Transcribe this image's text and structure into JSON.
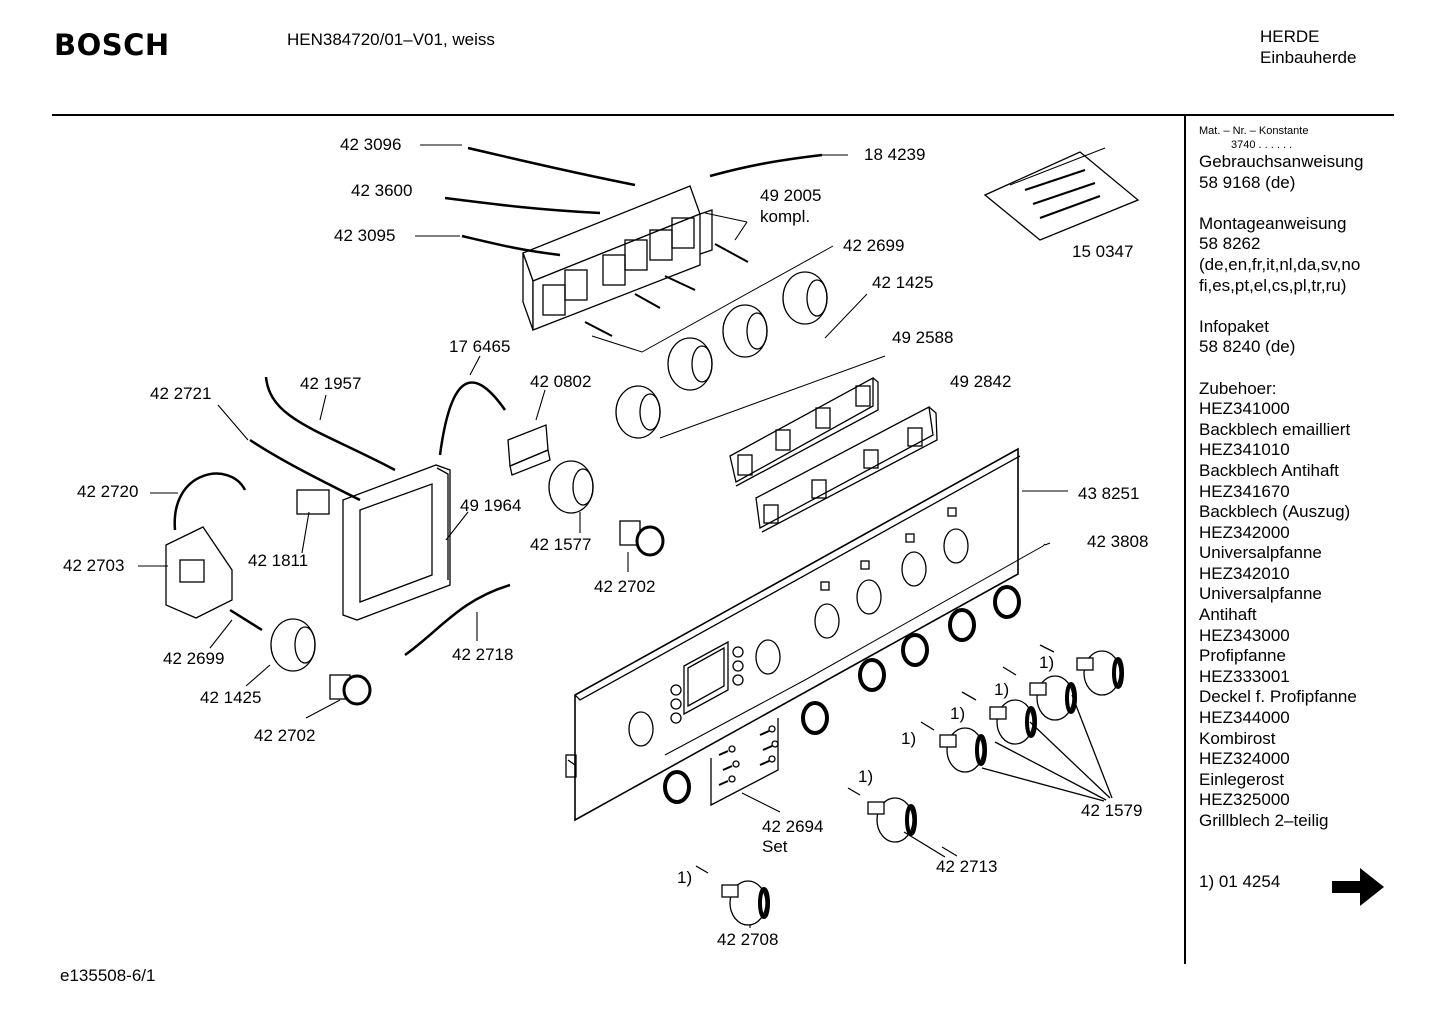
{
  "header": {
    "brand": "BOSCH",
    "model": "HEN384720/01–V01, weiss",
    "category_line1": "HERDE",
    "category_line2": "Einbauherde"
  },
  "footer": {
    "doc_id": "e135508-6/1"
  },
  "sidebar": {
    "mat_header": "Mat. – Nr. – Konstante",
    "mat_constant": "3740  .  .  .  .  .  .",
    "lines": [
      "Gebrauchsanweisung",
      "58 9168 (de)",
      "",
      "Montageanweisung",
      "58 8262",
      "(de,en,fr,it,nl,da,sv,no",
      "fi,es,pt,el,cs,pl,tr,ru)",
      "",
      "Infopaket",
      "58 8240 (de)",
      "",
      "Zubehoer:",
      "HEZ341000",
      "Backblech emailliert",
      "HEZ341010",
      "Backblech Antihaft",
      "HEZ341670",
      "Backblech (Auszug)",
      "HEZ342000",
      "Universalpfanne",
      "HEZ342010",
      "Universalpfanne",
      "Antihaft",
      "HEZ343000",
      "Profipfanne",
      "HEZ333001",
      "Deckel f. Profipfanne",
      "HEZ344000",
      "Kombirost",
      "HEZ324000",
      "Einlegerost",
      "HEZ325000",
      "Grillblech 2–teilig"
    ],
    "footnote": "1) 01 4254",
    "arrow_icon": "arrow-right-icon"
  },
  "parts": [
    "42 3096",
    "42 3600",
    "42 3095",
    "18 4239",
    "49 2005",
    "kompl.",
    "42 2699",
    "42 1425",
    "15 0347",
    "49 2588",
    "49 2842",
    "17 6465",
    "42 0802",
    "42 2721",
    "42 1957",
    "42 2720",
    "49 1964",
    "42 1811",
    "42 1577",
    "42 2703",
    "42 2702",
    "43 8251",
    "42 3808",
    "42 2699",
    "42 2718",
    "42 1425",
    "42 2702",
    "1)",
    "1)",
    "1)",
    "1)",
    "1)",
    "42 1579",
    "42 2694",
    "Set",
    "42 2713",
    "1)",
    "42 2708"
  ]
}
